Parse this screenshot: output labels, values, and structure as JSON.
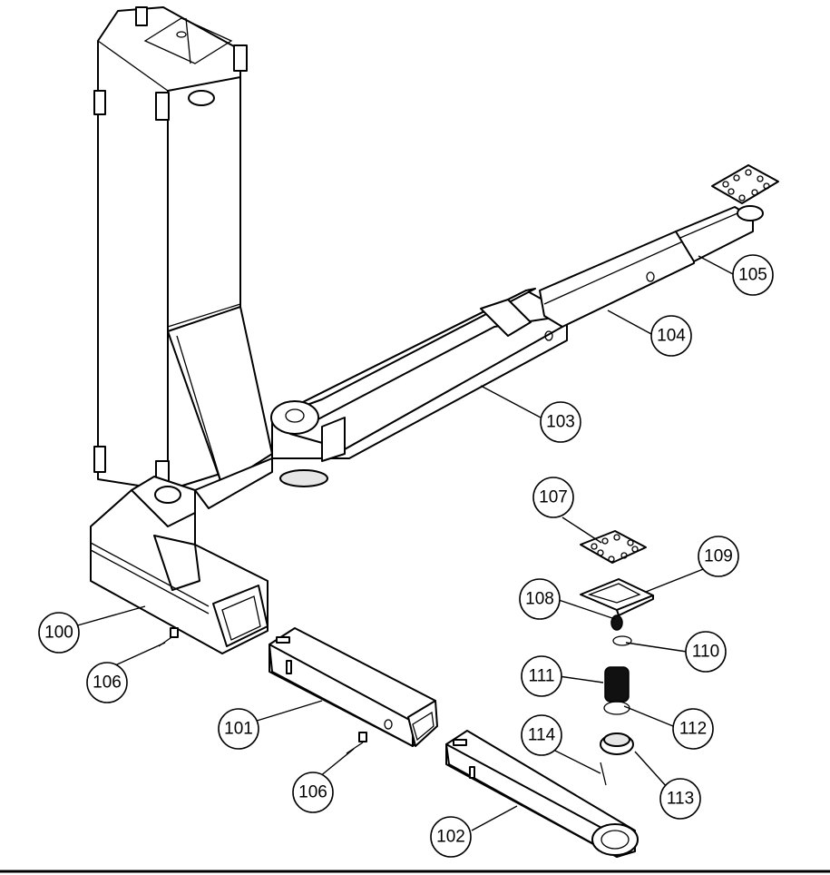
{
  "callouts": [
    {
      "id": "c100",
      "number": "100"
    },
    {
      "id": "c101",
      "number": "101"
    },
    {
      "id": "c102",
      "number": "102"
    },
    {
      "id": "c103",
      "number": "103"
    },
    {
      "id": "c104",
      "number": "104"
    },
    {
      "id": "c105",
      "number": "105"
    },
    {
      "id": "c106a",
      "number": "106"
    },
    {
      "id": "c106b",
      "number": "106"
    },
    {
      "id": "c107",
      "number": "107"
    },
    {
      "id": "c108",
      "number": "108"
    },
    {
      "id": "c109",
      "number": "109"
    },
    {
      "id": "c110",
      "number": "110"
    },
    {
      "id": "c111",
      "number": "111"
    },
    {
      "id": "c112",
      "number": "112"
    },
    {
      "id": "c113",
      "number": "113"
    },
    {
      "id": "c114",
      "number": "114"
    }
  ]
}
